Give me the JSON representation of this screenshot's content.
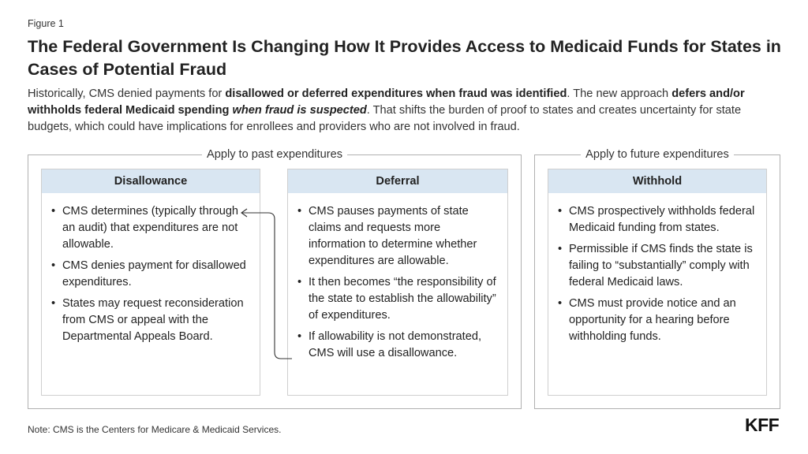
{
  "figure_label": "Figure 1",
  "title": "The Federal Government Is Changing How It Provides Access to Medicaid Funds for States in Cases of Potential Fraud",
  "description": {
    "p1": "Historically, CMS denied payments for ",
    "p1_bold": "disallowed or deferred expenditures when fraud was identified",
    "p2": ". The new approach ",
    "p2_bold": "defers and/or withholds federal Medicaid spending ",
    "p2_bold_italic": "when fraud is suspected",
    "p3": ". That shifts the burden of proof to states and creates uncertainty for state budgets, which could have implications for enrollees and providers who are not involved in fraud."
  },
  "groups": {
    "past": {
      "label": "Apply to past expenditures"
    },
    "future": {
      "label": "Apply to future expenditures"
    }
  },
  "cards": {
    "disallowance": {
      "title": "Disallowance",
      "bullets": [
        "CMS determines (typically through an audit) that expenditures are not allowable.",
        "CMS denies payment for disallowed expenditures.",
        "States may request reconsideration from CMS or appeal with the Departmental Appeals Board."
      ]
    },
    "deferral": {
      "title": "Deferral",
      "bullets": [
        "CMS pauses payments of state claims and requests more information to determine whether expenditures are allowable.",
        "It then becomes “the responsibility of the state to establish the allowability” of expenditures.",
        "If allowability is not demonstrated, CMS will use a disallowance."
      ]
    },
    "withhold": {
      "title": "Withhold",
      "bullets": [
        "CMS prospectively withholds federal Medicaid funding from states.",
        "Permissible if CMS finds the state is failing to “substantially” comply with federal Medicaid laws.",
        "CMS must provide notice and an opportunity for a hearing before withholding funds."
      ]
    }
  },
  "note": "Note: CMS is the Centers for Medicare & Medicaid Services.",
  "logo": "KFF",
  "colors": {
    "card_header_bg": "#d9e6f2",
    "border": "#b0b0b0",
    "text": "#222222"
  }
}
